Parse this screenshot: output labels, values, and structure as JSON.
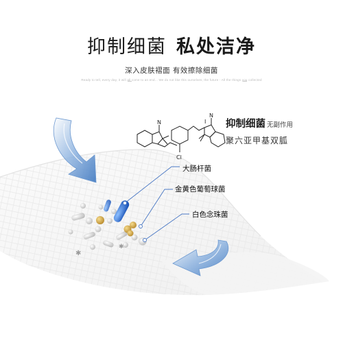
{
  "headline": {
    "left": "抑制细菌",
    "right": "私处洁净"
  },
  "subtitle": "深入皮肤褶面 有效擦除细菌",
  "fine_print": "Ready to tell, every day, it will all come to an end... We do not like this ourselves, the future - All the things you collected",
  "feature": {
    "title": "抑制细菌",
    "title_note": "无副作用",
    "compound": "聚六亚甲基双胍"
  },
  "molecule": {
    "iodide": "I",
    "chloro": "Cl",
    "n_plus": "N",
    "n_left": "N"
  },
  "bacteria_labels": {
    "ecoli": "大肠杆菌",
    "staph": "金黄色葡萄球菌",
    "strep": "白色念珠菌"
  },
  "colors": {
    "arrow_blue": "#5a8fcc",
    "rod_blue": "#2f6fd1",
    "cocci_gold": "#d7a94a",
    "leader": "#4a78c4"
  }
}
